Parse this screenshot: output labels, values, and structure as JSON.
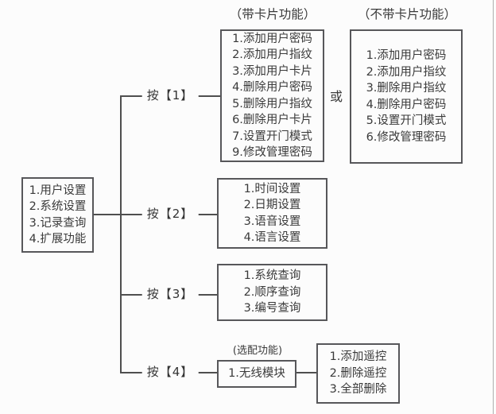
{
  "diagram": {
    "type": "menu-tree",
    "colors": {
      "line": "#4f4f4f",
      "border": "#57575a",
      "text": "#3a3a3a",
      "background": "#fcfcfc"
    }
  },
  "root_menu": {
    "items": [
      "1.用户设置",
      "2.系统设置",
      "3.记录查询",
      "4.扩展功能"
    ]
  },
  "branches": {
    "b1": {
      "label": "按【1】"
    },
    "b2": {
      "label": "按【2】"
    },
    "b3": {
      "label": "按【3】"
    },
    "b4": {
      "label": "按【4】"
    }
  },
  "or_label": "或",
  "card_menu": {
    "title": "（带卡片功能）",
    "items": [
      "1.添加用户密码",
      "2.添加用户指纹",
      "3.添加用户卡片",
      "4.删除用户密码",
      "5.删除用户指纹",
      "6.删除用户卡片",
      "7.设置开门模式",
      "9.修改管理密码"
    ]
  },
  "no_card_menu": {
    "title": "（不带卡片功能）",
    "items": [
      "1.添加用户密码",
      "2.添加用户指纹",
      "3.删除用户指纹",
      "4.删除用户密码",
      "5.设置开门模式",
      "6.修改管理密码"
    ]
  },
  "system_menu": {
    "items": [
      "1.时间设置",
      "2.日期设置",
      "3.语音设置",
      "4.语言设置"
    ]
  },
  "query_menu": {
    "items": [
      "1.系统查询",
      "2.顺序查询",
      "3.编号查询"
    ]
  },
  "wireless_menu": {
    "title": "(选配功能)",
    "items": [
      "1.无线模块"
    ]
  },
  "remote_menu": {
    "items": [
      "1.添加遥控",
      "2.删除遥控",
      "3.全部删除"
    ]
  }
}
